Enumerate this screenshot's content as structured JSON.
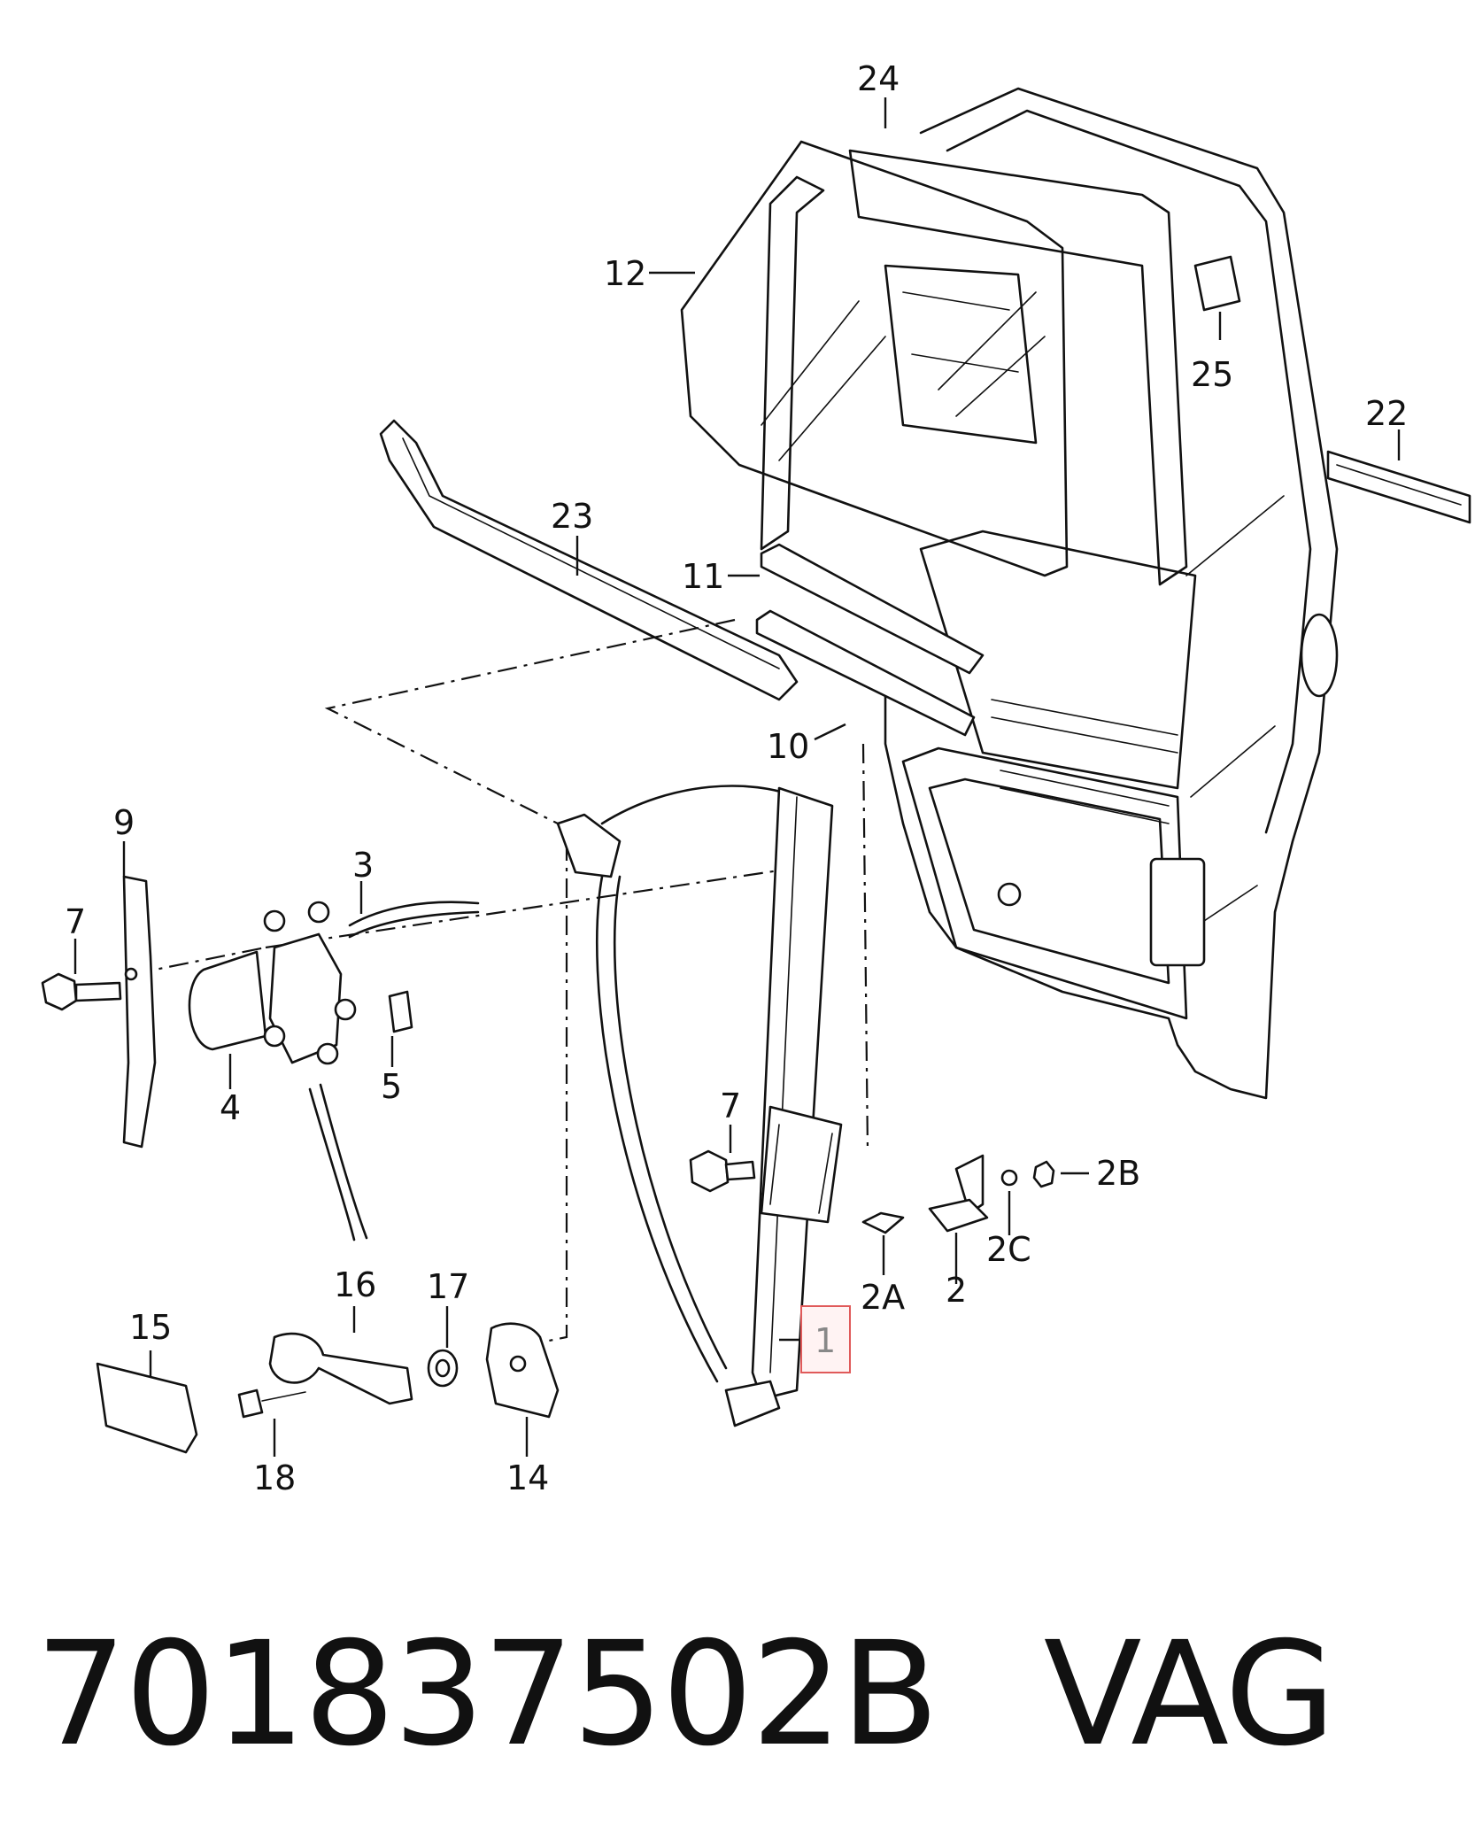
{
  "diagram": {
    "callouts": {
      "c1": "1",
      "c2": "2",
      "c2a": "2A",
      "c2b": "2B",
      "c2c": "2C",
      "c3": "3",
      "c4": "4",
      "c5": "5",
      "c7a": "7",
      "c7b": "7",
      "c9": "9",
      "c10": "10",
      "c11": "11",
      "c12": "12",
      "c14": "14",
      "c15": "15",
      "c16": "16",
      "c17": "17",
      "c18": "18",
      "c22": "22",
      "c23": "23",
      "c24": "24",
      "c25": "25"
    },
    "highlighted_callout": "1",
    "highlight_color": "#e05a5a"
  },
  "footer": {
    "part_number": "701837502B",
    "brand": "VAG"
  }
}
